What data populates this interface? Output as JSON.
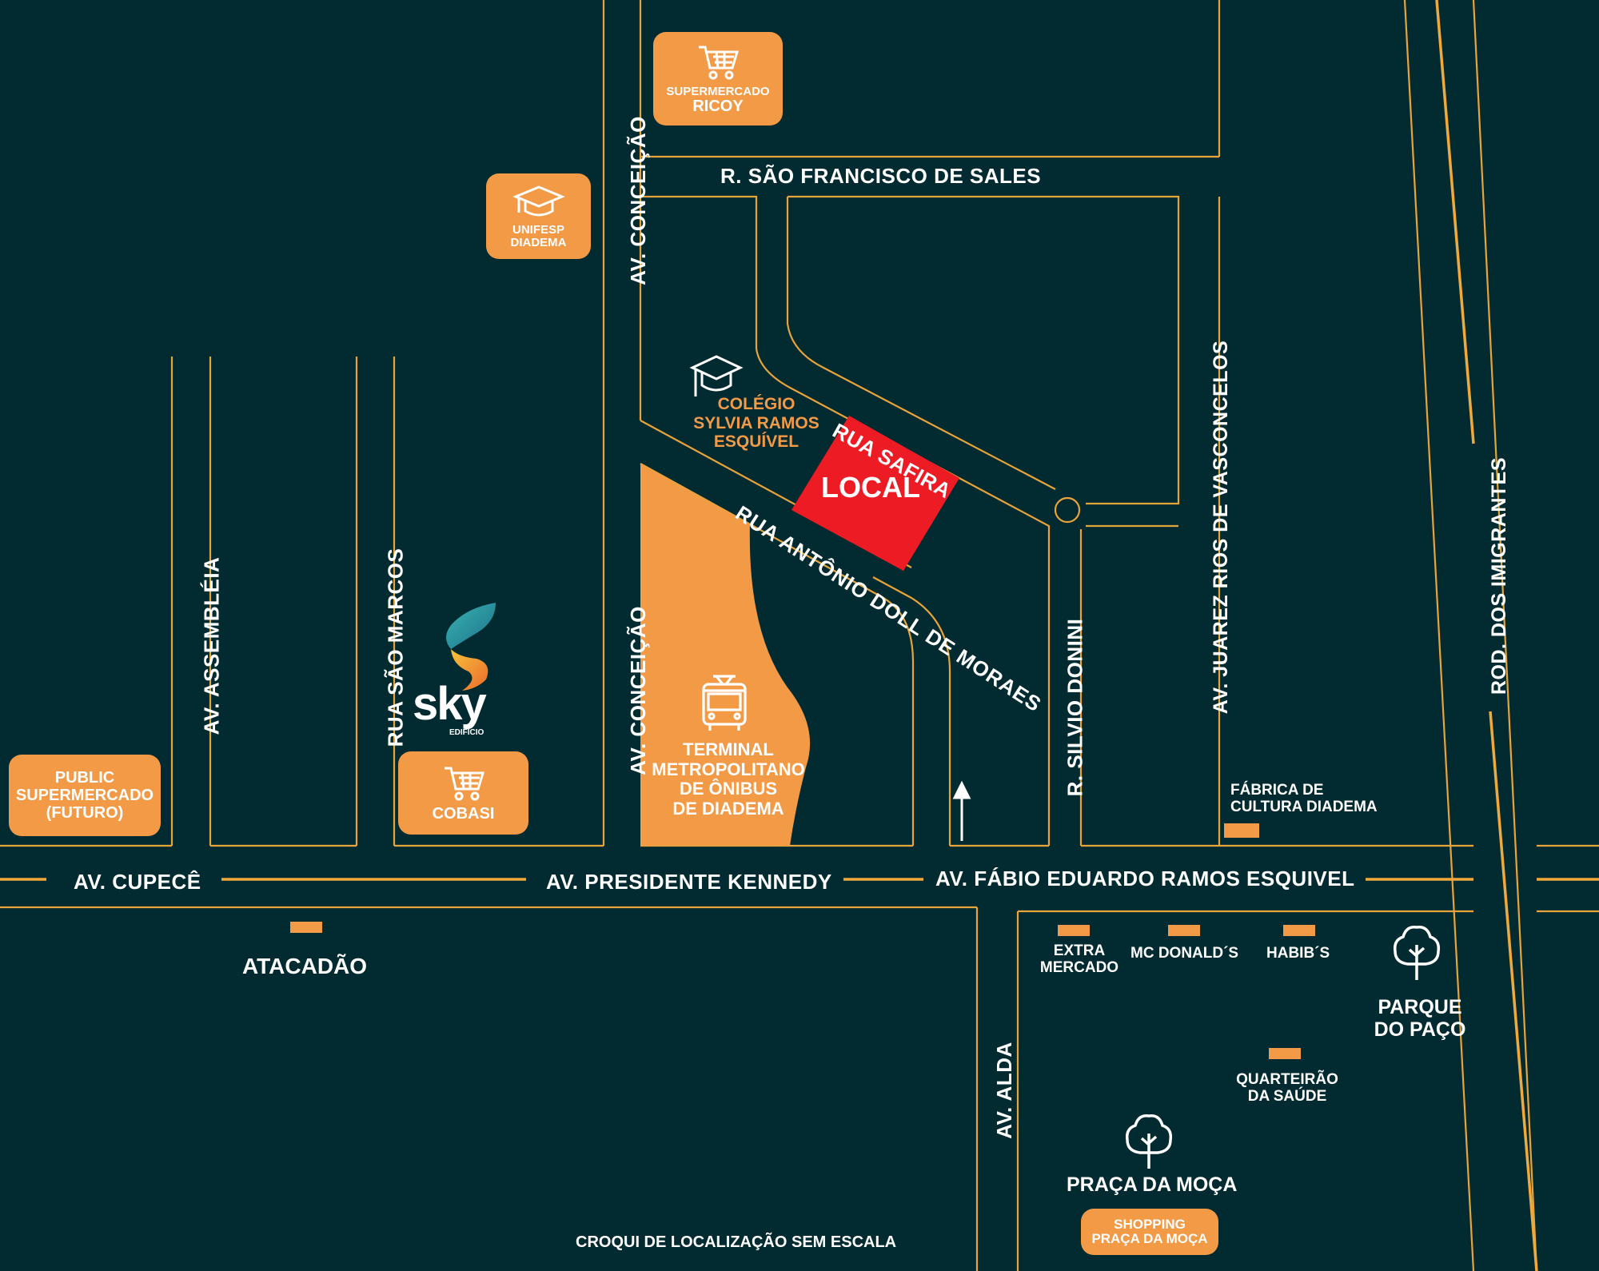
{
  "streets": {
    "r_sao_francisco": "R. SÃO FRANCISCO DE SALES",
    "av_conceicao_top": "AV. CONCEIÇÃO",
    "av_conceicao_bottom": "AV. CONCEIÇÃO",
    "rua_safira": "RUA SAFIRA",
    "rua_antonio": "RUA ANTÔNIO DOLL DE MORAES",
    "av_juarez": "AV. JUAREZ RIOS DE VASCONCELOS",
    "rod_imigrantes": "ROD. DOS IMIGRANTES",
    "r_silvio": "R. SILVIO DONINI",
    "av_assembleia": "AV. ASSEMBLÉIA",
    "rua_sao_marcos": "RUA SÃO MARCOS",
    "av_cupece": "AV.  CUPECÊ",
    "av_kennedy": "AV. PRESIDENTE KENNEDY",
    "av_fabio": "AV. FÁBIO EDUARDO RAMOS ESQUIVEL",
    "av_alda": "AV. ALDA"
  },
  "pois": {
    "ricoy": {
      "line1": "SUPERMERCADO",
      "line2": "RICOY",
      "icon": "shopping-cart-icon"
    },
    "unifesp": {
      "line1": "UNIFESP",
      "line2": "DIADEMA",
      "icon": "graduation-cap-icon"
    },
    "public": {
      "line1": "PUBLIC",
      "line2": "SUPERMERCADO",
      "line3": "(FUTURO)"
    },
    "cobasi": {
      "line1": "COBASI",
      "icon": "shopping-cart-icon"
    },
    "shopping": {
      "line1": "SHOPPING",
      "line2": "PRAÇA DA MOÇA"
    }
  },
  "places": {
    "colegio": [
      "COLÉGIO",
      "SYLVIA RAMOS",
      "ESQUÍVEL"
    ],
    "local": "LOCAL",
    "terminal": [
      "TERMINAL",
      "METROPOLITANO",
      "DE ÔNIBUS",
      "DE DIADEMA"
    ],
    "fabrica": [
      "FÁBRICA DE",
      "CULTURA DIADEMA"
    ],
    "atacadao": "ATACADÃO",
    "extra": [
      "EXTRA",
      "MERCADO"
    ],
    "mcdonalds": "MC DONALD´S",
    "habibs": "HABIB´S",
    "parque": [
      "PARQUE",
      "DO PAÇO"
    ],
    "quarteirao": [
      "QUARTEIRÃO",
      "DA SAÚDE"
    ],
    "praca": "PRAÇA DA MOÇA",
    "croqui": "CROQUI DE LOCALIZAÇÃO SEM ESCALA"
  },
  "logo": {
    "brand": "sky",
    "sub": "EDIFÍCIO"
  },
  "colors": {
    "background": "#022b31",
    "road": "#f2a93b",
    "accent": "#f39a47",
    "local": "#ed1c24"
  }
}
